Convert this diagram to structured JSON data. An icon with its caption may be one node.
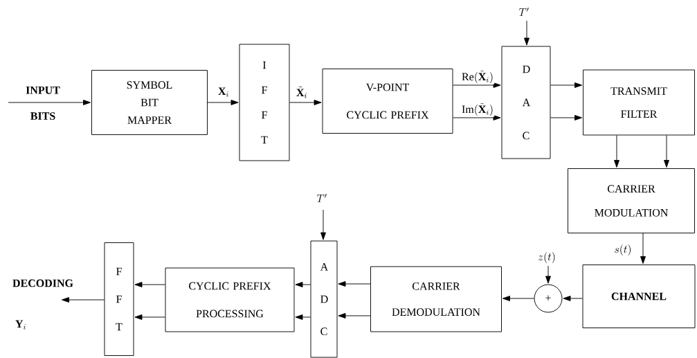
{
  "diagram": {
    "nodes": [
      {
        "text": [
          "SYMBOL BIT MAPPER"
        ]
      },
      {
        "text": [
          "I F F T"
        ]
      },
      {
        "text": [
          "V-POINT CYCLIC PREFIX"
        ]
      },
      {
        "text": [
          "D A C"
        ]
      },
      {
        "text": [
          "TRANSMIT FILTER"
        ]
      },
      {
        "text": [
          "CARRIER MODULATION"
        ]
      },
      {
        "text": [
          "CHANNEL"
        ]
      },
      {
        "text": [
          "+"
        ]
      },
      {
        "text": [
          "CARRIER DEMODULATION"
        ]
      },
      {
        "text": [
          "A D C"
        ]
      },
      {
        "text": [
          "CYCLIC PREFIX PROCESSING"
        ]
      },
      {
        "text": [
          "F F T"
        ]
      }
    ],
    "edges": [
      {
        "from": null,
        "to": 0,
        "arrow": "to",
        "label": "INPUT BITS"
      },
      {
        "from": 0,
        "to": 1,
        "arrow": "to",
        "label": "\\mathbf{X}_i"
      },
      {
        "from": 1,
        "to": 2,
        "arrow": "to",
        "label": "\\tilde{\\mathbf{X}}_i"
      },
      {
        "from": 2,
        "to": 3,
        "arrow": "to",
        "label": "\\mathrm{Re}(\\tilde{\\mathbf{X}}_i)"
      },
      {
        "from": 2,
        "to": 3,
        "arrow": "to",
        "label": "\\mathrm{Im}(\\tilde{\\mathbf{X}}_i)"
      },
      {
        "from": null,
        "to": 3,
        "arrow": "to",
        "label": "T'"
      },
      {
        "from": 3,
        "to": 4,
        "arrow": "to"
      },
      {
        "from": 3,
        "to": 4,
        "arrow": "to"
      },
      {
        "from": 4,
        "to": 5,
        "arrow": "to"
      },
      {
        "from": 4,
        "to": 5,
        "arrow": "to"
      },
      {
        "from": 5,
        "to": 6,
        "arrow": "to",
        "label": "s(t)"
      },
      {
        "from": 6,
        "to": 7,
        "arrow": "to"
      },
      {
        "from": null,
        "to": 7,
        "arrow": "to",
        "label": "z(t)"
      },
      {
        "from": 7,
        "to": 8,
        "arrow": "to"
      },
      {
        "from": 8,
        "to": 9,
        "arrow": "to"
      },
      {
        "from": 8,
        "to": 9,
        "arrow": "to"
      },
      {
        "from": null,
        "to": 9,
        "arrow": "to",
        "label": "T'"
      },
      {
        "from": 9,
        "to": 10,
        "arrow": "to"
      },
      {
        "from": 9,
        "to": 10,
        "arrow": "to"
      },
      {
        "from": 10,
        "to": 11,
        "arrow": "to"
      },
      {
        "from": 10,
        "to": 11,
        "arrow": "to"
      },
      {
        "from": 11,
        "to": null,
        "arrow": "to",
        "label": "DECODING"
      }
    ],
    "labels": [
      "\\mathbf{Y}_i"
    ]
  }
}
